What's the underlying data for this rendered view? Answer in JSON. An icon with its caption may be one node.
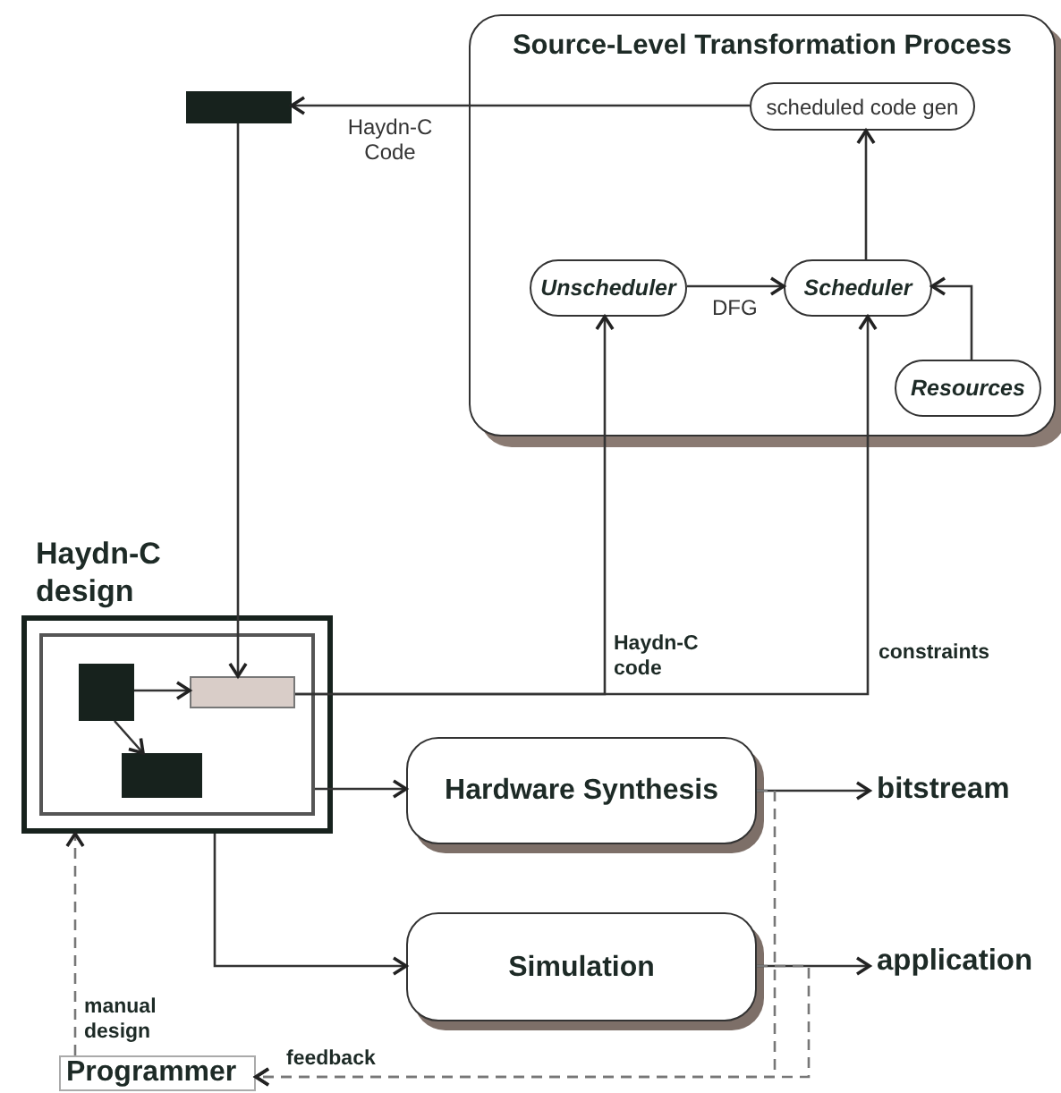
{
  "diagram": {
    "nodes": [
      {
        "text": [
          "Source-Level Transformation Process"
        ]
      },
      {
        "text": [
          "scheduled code gen"
        ],
        "in": 0
      },
      {
        "text": [
          "Unscheduler"
        ],
        "in": 0
      },
      {
        "text": [
          "Scheduler"
        ],
        "in": 0
      },
      {
        "text": [
          "Resources"
        ],
        "in": 0
      },
      {
        "text": [],
        "shape": "bar"
      },
      {
        "text": [
          "Haydn-C design"
        ]
      },
      {
        "text": [],
        "shape": "box",
        "in": 6
      },
      {
        "text": [],
        "shape": "box",
        "in": 7
      },
      {
        "text": [],
        "shape": "box",
        "in": 7
      },
      {
        "text": [],
        "shape": "box",
        "in": 7
      },
      {
        "text": [
          "Hardware Synthesis"
        ]
      },
      {
        "text": [
          "Simulation"
        ]
      },
      {
        "text": [
          "bitstream"
        ]
      },
      {
        "text": [
          "application"
        ]
      },
      {
        "text": [
          "Programmer"
        ]
      }
    ],
    "edges": [
      {
        "from": 1,
        "to": 5,
        "arrow": "to",
        "label": "Haydn-C Code"
      },
      {
        "from": 2,
        "to": 3,
        "arrow": "to",
        "label": "DFG"
      },
      {
        "from": 3,
        "to": 1,
        "arrow": "to"
      },
      {
        "from": 4,
        "to": 3,
        "arrow": "to"
      },
      {
        "from": 5,
        "to": 9,
        "arrow": "to"
      },
      {
        "from": 9,
        "to": 2,
        "arrow": "to",
        "label": "Haydn-C code"
      },
      {
        "from": 9,
        "to": 3,
        "arrow": "to",
        "label": "constraints"
      },
      {
        "from": 8,
        "to": 9,
        "arrow": "to"
      },
      {
        "from": 8,
        "to": 10,
        "arrow": "to"
      },
      {
        "from": 7,
        "to": 11,
        "arrow": "to"
      },
      {
        "from": 6,
        "to": 12,
        "arrow": "to"
      },
      {
        "from": 11,
        "to": 13,
        "arrow": "to"
      },
      {
        "from": 12,
        "to": 14,
        "arrow": "to"
      },
      {
        "from": 11,
        "to": 15,
        "arrow": "to",
        "style": "dashed",
        "label": "feedback"
      },
      {
        "from": 12,
        "to": 15,
        "arrow": "to",
        "style": "dashed"
      },
      {
        "from": 15,
        "to": 6,
        "arrow": "to",
        "style": "dashed",
        "label": "manual design"
      }
    ]
  }
}
